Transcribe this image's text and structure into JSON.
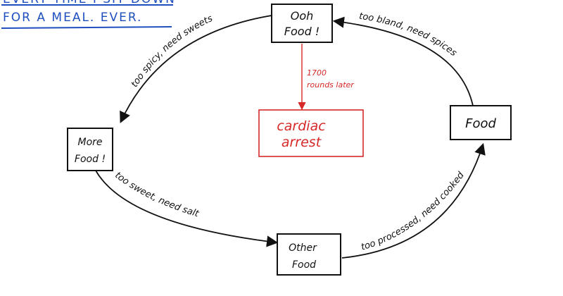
{
  "title": {
    "line1": "EVERY TIME I SIT DOWN",
    "line2": "FOR A MEAL. EVER."
  },
  "nodes": {
    "ooh_food": {
      "line1": "Ooh",
      "line2": "Food !"
    },
    "more_food": {
      "line1": "More",
      "line2": "Food !"
    },
    "food": {
      "line1": "Food"
    },
    "other_food": {
      "line1": "Other",
      "line2": "Food"
    },
    "cardiac": {
      "line1": "cardiac",
      "line2": "arrest"
    }
  },
  "edges": {
    "ooh_to_more": "too spicy, need sweets",
    "more_to_other": "too sweet, need salt",
    "other_to_food": "too processed, need cooked",
    "food_to_ooh": "too bland, need spices",
    "ooh_to_cardiac_line1": "1700",
    "ooh_to_cardiac_line2": "rounds later"
  },
  "colors": {
    "ink": "#111111",
    "title": "#1f4fbf",
    "alert": "#d62828"
  }
}
